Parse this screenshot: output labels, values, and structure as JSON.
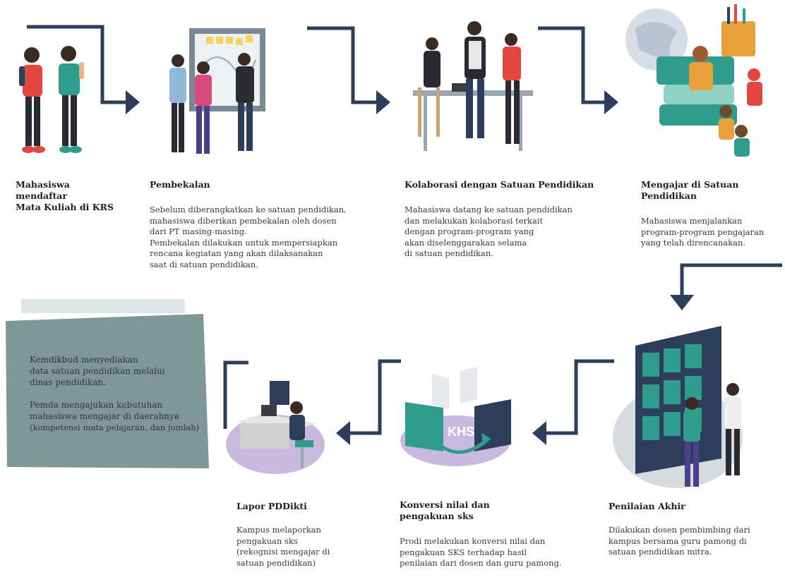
{
  "palette": {
    "navy": "#2c3e5c",
    "teal": "#2f9c8c",
    "note_bg": "#7f9796",
    "purple": "#c9b9de"
  },
  "khs_label": "KHS",
  "steps": [
    {
      "title": [
        "Mahasiswa mendaftar",
        "Mata Kuliah di KRS"
      ],
      "desc": []
    },
    {
      "title": [
        "Pembekalan"
      ],
      "desc": [
        "Sebelum diberangkatkan ke satuan pendidikan,",
        "mahasiswa diberikan pembekalan oleh dosen",
        "dari PT masing-masing.",
        "Pembekalan dilakukan untuk mempersiapkan",
        "rencana kegiatan yang akan dilaksanakan",
        "saat di satuan pendidikan."
      ]
    },
    {
      "title": [
        "Kolaborasi dengan Satuan Pendidikan"
      ],
      "desc": [
        "Mahasiswa datang ke satuan pendidikan",
        "dan melakukan kolaborasi terkait",
        "dengan program-program yang",
        "akan diselenggarakan selama",
        "di satuan pendidikan."
      ]
    },
    {
      "title": [
        "Mengajar di Satuan Pendidikan"
      ],
      "desc": [
        "Mahasiswa menjalankan",
        "program-program pengajaran",
        "yang telah direncanakan."
      ]
    },
    {
      "title": [
        "Penilaian Akhir"
      ],
      "desc": [
        "Dilakukan dosen pembimbing dari",
        "kampus bersama guru pamong di",
        "satuan pendidikan mitra."
      ]
    },
    {
      "title": [
        "Konversi nilai dan",
        "pengakuan sks"
      ],
      "desc": [
        "Prodi melakukan konversi nilai dan",
        "pengakuan SKS terhadap hasil",
        "penilaian dari dosen dan guru pamong."
      ]
    },
    {
      "title": [
        "Lapor PDDikti"
      ],
      "desc": [
        "Kampus melaporkan",
        "pengakuan sks",
        "(rekognisi mengajar di",
        "satuan pendidikan)"
      ]
    }
  ],
  "note": {
    "p1": [
      "Kemdikbud menyediakan",
      "data satuan pendidikan melalui",
      "dinas pendidikan."
    ],
    "p2": [
      "Pemda mengajukan kebutuhan",
      "mahasiswa mengajar di daerahnya",
      "(kompetensi mata pelajaran, dan jumlah)"
    ]
  }
}
